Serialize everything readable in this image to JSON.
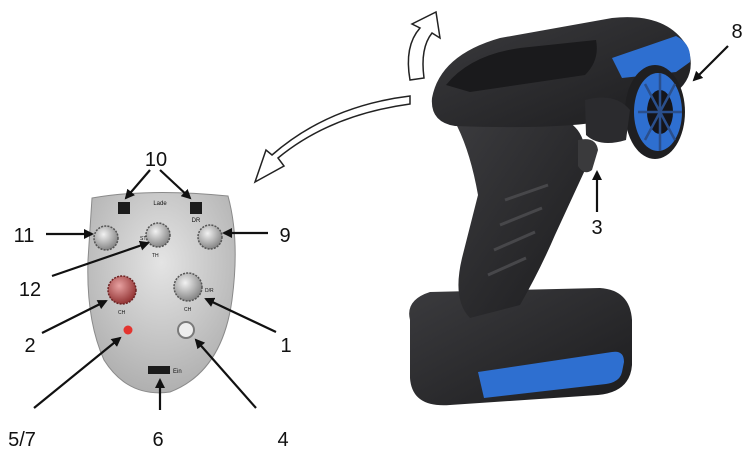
{
  "callouts": {
    "c1": "1",
    "c2": "2",
    "c3": "3",
    "c4": "4",
    "c5_7": "5/7",
    "c6": "6",
    "c8": "8",
    "c9": "9",
    "c10": "10",
    "c11": "11",
    "c12": "12"
  },
  "panel": {
    "switch_top_label": "Lade",
    "switch_bottom_label": "DR",
    "switch_power_label": "Ein",
    "knob_labels": [
      "ST",
      "TH",
      "CH",
      "D/R",
      "CH"
    ]
  },
  "colors": {
    "accent_blue": "#2e6fd0",
    "body_dark": "#2b2b2d",
    "panel_grey": "#c9c9c9",
    "knob_red": "#c84a4a",
    "led_red": "#e3342f"
  }
}
